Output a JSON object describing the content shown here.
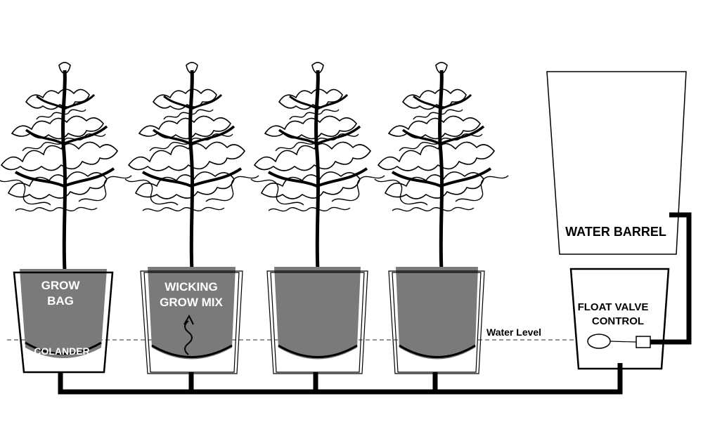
{
  "diagram": {
    "labels": {
      "grow_bag_line1": "GROW",
      "grow_bag_line2": "BAG",
      "colander": "COLANDER",
      "wicking_line1": "WICKING",
      "wicking_line2": "GROW MIX",
      "water_level": "Water Level",
      "water_barrel": "WATER BARREL",
      "float_valve_line1": "FLOAT VALVE",
      "float_valve_line2": "CONTROL"
    },
    "plant_count": 4,
    "colors": {
      "soil": "#7a7a7a",
      "pipe": "#000000",
      "outline": "#000000",
      "background": "#ffffff"
    },
    "icons": [
      "plant-icon",
      "wick-arrow-icon",
      "float-ball-icon",
      "valve-icon"
    ]
  }
}
